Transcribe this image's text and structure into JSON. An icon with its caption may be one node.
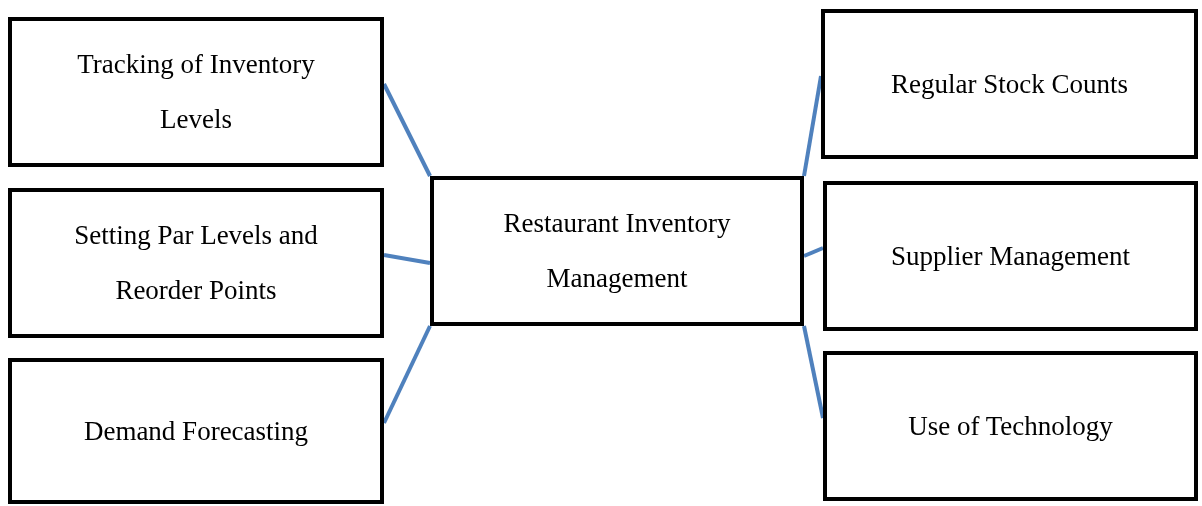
{
  "diagram": {
    "nodes": [
      {
        "text": [
          "Tracking of Inventory Levels"
        ]
      },
      {
        "text": [
          "Setting Par Levels and Reorder Points"
        ]
      },
      {
        "text": [
          "Demand Forecasting"
        ]
      },
      {
        "text": [
          "Restaurant Inventory Management"
        ]
      },
      {
        "text": [
          "Regular Stock Counts"
        ]
      },
      {
        "text": [
          "Supplier Management"
        ]
      },
      {
        "text": [
          "Use of Technology"
        ]
      }
    ],
    "edges": [
      {
        "from": 3,
        "to": 0,
        "arrow": "none"
      },
      {
        "from": 3,
        "to": 1,
        "arrow": "none"
      },
      {
        "from": 3,
        "to": 2,
        "arrow": "none"
      },
      {
        "from": 3,
        "to": 4,
        "arrow": "none"
      },
      {
        "from": 3,
        "to": 5,
        "arrow": "none"
      },
      {
        "from": 3,
        "to": 6,
        "arrow": "none"
      }
    ]
  }
}
